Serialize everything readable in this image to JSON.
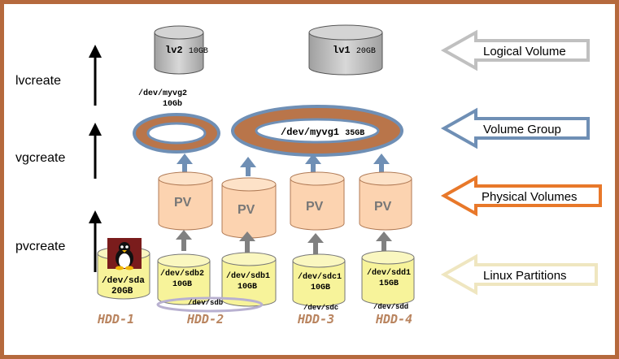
{
  "commands": {
    "lvcreate": "lvcreate",
    "vgcreate": "vgcreate",
    "pvcreate": "pvcreate"
  },
  "logical_volumes": [
    {
      "name": "lv2",
      "size": "10GB"
    },
    {
      "name": "lv1",
      "size": "20GB"
    }
  ],
  "volume_groups": [
    {
      "name": "/dev/myvg2",
      "size": "10Gb"
    },
    {
      "name": "/dev/myvg1",
      "size": "35GB"
    }
  ],
  "pv_label": "PV",
  "partitions": [
    {
      "name": "/dev/sda",
      "size": "20GB"
    },
    {
      "name": "/dev/sdb2",
      "size": "10GB"
    },
    {
      "name": "/dev/sdb1",
      "size": "10GB"
    },
    {
      "name": "/dev/sdc1",
      "size": "10GB"
    },
    {
      "name": "/dev/sdd1",
      "size": "15GB"
    }
  ],
  "disk_labels": {
    "sdb": "/dev/sdb",
    "sdc": "/dev/sdc",
    "sdd": "/dev/sdd"
  },
  "hdds": [
    "HDD-1",
    "HDD-2",
    "HDD-3",
    "HDD-4"
  ],
  "legend": [
    {
      "label": "Logical Volume",
      "color": "#c0c0c0"
    },
    {
      "label": "Volume Group",
      "color": "#6f8fb5"
    },
    {
      "label": "Physical Volumes",
      "color": "#e8782a"
    },
    {
      "label": "Linux Partitions",
      "color": "#efe6c0"
    }
  ],
  "colors": {
    "lv_fill": "#c8c8c8",
    "vg_ring": "#b9754a",
    "vg_edge": "#6f8fb5",
    "pv_fill": "#fcd3b0",
    "part_fill": "#f7f39a",
    "hdd_text": "#b9845f",
    "frame": "#b5693d"
  }
}
